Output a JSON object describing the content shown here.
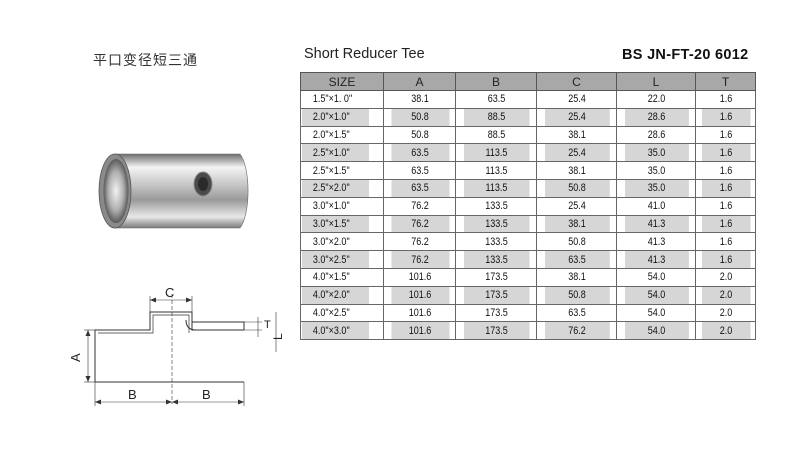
{
  "title_cn": "平口变径短三通",
  "title_en": "Short Reducer Tee",
  "product_code": "BS  JN-FT-20 6012",
  "table": {
    "headers": [
      "SIZE",
      "A",
      "B",
      "C",
      "L",
      "T"
    ],
    "rows": [
      [
        "1.5\"×1. 0\"",
        "38.1",
        "63.5",
        "25.4",
        "22.0",
        "1.6"
      ],
      [
        "2.0\"×1.0\"",
        "50.8",
        "88.5",
        "25.4",
        "28.6",
        "1.6"
      ],
      [
        "2.0\"×1.5\"",
        "50.8",
        "88.5",
        "38.1",
        "28.6",
        "1.6"
      ],
      [
        "2.5\"×1.0\"",
        "63.5",
        "113.5",
        "25.4",
        "35.0",
        "1.6"
      ],
      [
        "2.5\"×1.5\"",
        "63.5",
        "113.5",
        "38.1",
        "35.0",
        "1.6"
      ],
      [
        "2.5\"×2.0\"",
        "63.5",
        "113.5",
        "50.8",
        "35.0",
        "1.6"
      ],
      [
        "3.0\"×1.0\"",
        "76.2",
        "133.5",
        "25.4",
        "41.0",
        "1.6"
      ],
      [
        "3.0\"×1.5\"",
        "76.2",
        "133.5",
        "38.1",
        "41.3",
        "1.6"
      ],
      [
        "3.0\"×2.0\"",
        "76.2",
        "133.5",
        "50.8",
        "41.3",
        "1.6"
      ],
      [
        "3.0\"×2.5\"",
        "76.2",
        "133.5",
        "63.5",
        "41.3",
        "1.6"
      ],
      [
        "4.0\"×1.5\"",
        "101.6",
        "173.5",
        "38.1",
        "54.0",
        "2.0"
      ],
      [
        "4.0\"×2.0\"",
        "101.6",
        "173.5",
        "50.8",
        "54.0",
        "2.0"
      ],
      [
        "4.0\"×2.5\"",
        "101.6",
        "173.5",
        "63.5",
        "54.0",
        "2.0"
      ],
      [
        "4.0\"×3.0\"",
        "101.6",
        "173.5",
        "76.2",
        "54.0",
        "2.0"
      ]
    ]
  },
  "drawing": {
    "label_a": "A",
    "label_b_left": "B",
    "label_b_right": "B",
    "label_c": "C",
    "label_l": "L",
    "label_t": "T"
  },
  "colors": {
    "header_bg": "#a8a8a8",
    "row_alt_bg": "#d6d6d6",
    "border": "#555555"
  }
}
